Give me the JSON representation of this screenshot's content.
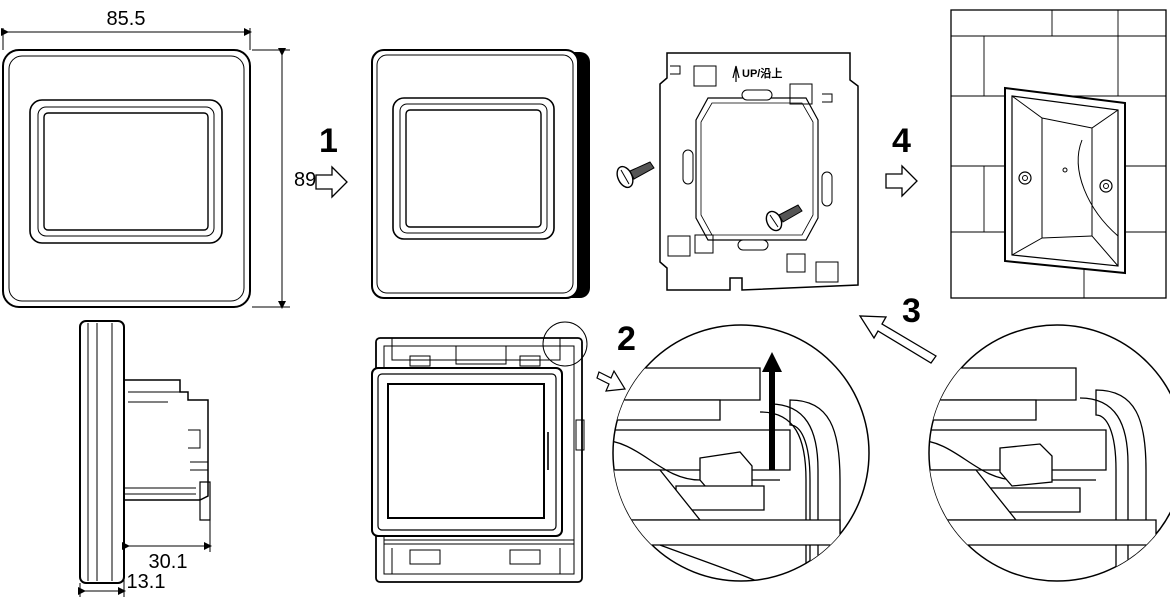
{
  "dimensions": {
    "width": "85.5",
    "height": "89",
    "depth_total": "30.1",
    "depth_front": "13.1"
  },
  "steps": {
    "step1": "1",
    "step2": "2",
    "step3": "3",
    "step4": "4"
  },
  "plate_label": "UP/沿上"
}
